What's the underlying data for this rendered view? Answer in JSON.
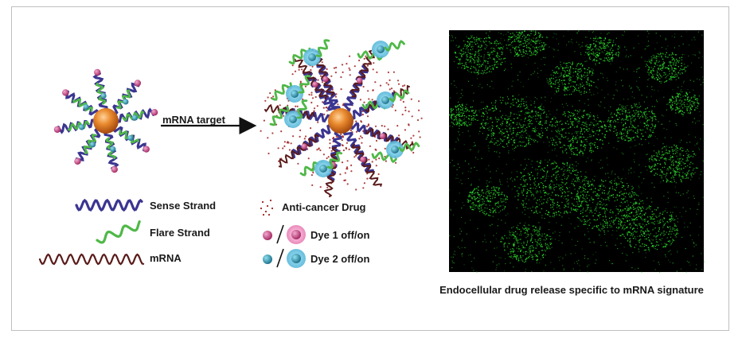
{
  "labels": {
    "arrow": "mRNA target",
    "sense_strand": "Sense Strand",
    "flare_strand": "Flare Strand",
    "mrna": "mRNA",
    "drug": "Anti-cancer Drug",
    "dye1": "Dye 1 off/on",
    "dye2": "Dye 2 off/on",
    "caption": "Endocellular drug release specific to mRNA signature"
  },
  "colors": {
    "sense_strand": "#3b3591",
    "flare_strand": "#4fb848",
    "mrna": "#5a1a1a",
    "core": "#e07a22",
    "dye1": "#c23c7c",
    "dye1_on": "#f2a9cf",
    "dye2": "#2a8fa8",
    "dye2_on": "#8fd3ea",
    "drug": "#a02020",
    "micrograph_bg": "#000000",
    "micrograph_signal": "#2ee32e"
  }
}
